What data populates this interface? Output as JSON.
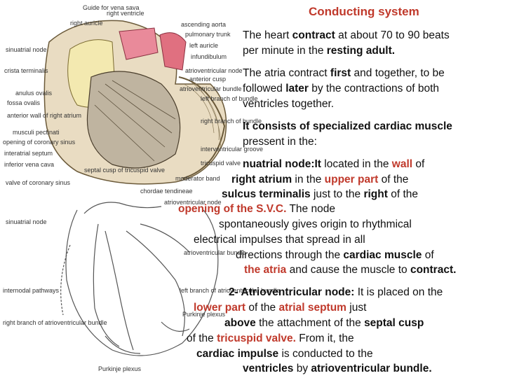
{
  "title": "Conducting system",
  "para1": {
    "lines": [
      [
        "The heart ",
        "contract",
        " at about 70 to 90 beats"
      ],
      [
        "per minute in the ",
        "resting adult."
      ]
    ]
  },
  "para2": {
    "lines": [
      [
        "The atria contract ",
        "first",
        " and together, to be"
      ],
      [
        "followed ",
        "later",
        " by the contractions of both"
      ],
      [
        "ventricles together."
      ]
    ]
  },
  "para3": {
    "lines": [
      [
        "It consists of specialized cardiac muscle"
      ],
      [
        "pressent in the:"
      ]
    ]
  },
  "sa": {
    "l1": [
      "nuatrial node:It",
      " located in the ",
      "wall",
      " of"
    ],
    "l2": [
      "right atrium",
      " in the ",
      "upper part",
      " of the"
    ],
    "l3": [
      "sulcus terminalis",
      " just to the ",
      "right",
      " of the"
    ],
    "l4": [
      "opening of the S.V.C.",
      " The node"
    ],
    "l5": "spontaneously gives origin to rhythmical",
    "l6": "electrical impulses that spread in all",
    "l7": [
      "directions through the ",
      "cardiac muscle",
      " of"
    ],
    "l8": [
      "the atria",
      " and cause the muscle to ",
      "contract."
    ]
  },
  "av": {
    "l1": [
      "2- Atrioventricular node:",
      " It is placed on the"
    ],
    "l2": [
      "lower part",
      " of the ",
      "atrial septum",
      " just"
    ],
    "l3": [
      "above",
      " the attachment of the ",
      "septal cusp"
    ],
    "l4": [
      "of the ",
      "tricuspid valve.",
      " From it, the"
    ],
    "l5": [
      "cardiac impulse",
      " is conducted to the"
    ],
    "l6": [
      "ventricles",
      " by ",
      "atrioventricular bundle."
    ]
  },
  "diagram_labels": {
    "top": [
      "Guide for vena sava",
      "right auricle",
      "sinuatrial node",
      "right ventricle",
      "ascending aorta",
      "pulmonary trunk",
      "left auricle",
      "infundibulum",
      "crista terminalis",
      "atrioventricular node",
      "anterior cusp",
      "atrioventricular bundle",
      "left branch of bundle",
      "right branch of bundle",
      "interventricular groove",
      "tricuspid valve",
      "opening of coronary sinus",
      "septal cusp of tricuspid valve",
      "moderator band",
      "chordae tendineae",
      "valve of coronary sinus",
      "anterior wall of right atrium",
      "fossa ovalis",
      "anulus ovalis",
      "interatrial septum",
      "inferior vena cava",
      "musculi pectinati"
    ],
    "bottom": [
      "sinuatrial node",
      "atrioventricular node",
      "atrioventricular bundle",
      "internodal pathways",
      "right branch of atrioventricular bundle",
      "left branch of atrioventricular bundle",
      "Purkinje plexus",
      "Purkinje plexus"
    ]
  },
  "colors": {
    "accent": "#c0392b",
    "text": "#111111"
  }
}
